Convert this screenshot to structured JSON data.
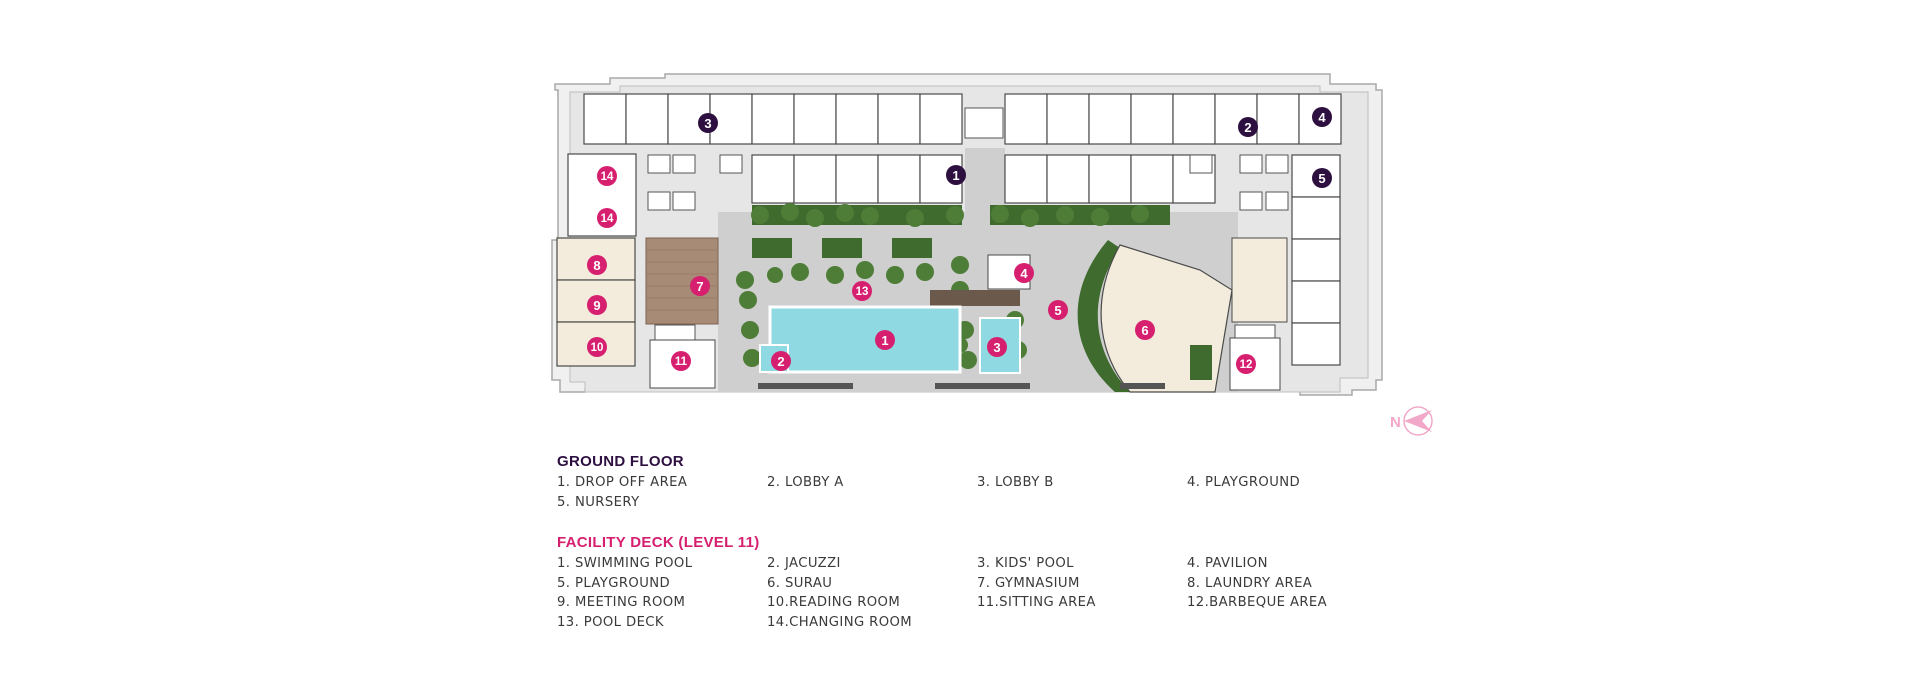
{
  "colors": {
    "ground_floor_marker": "#2d1040",
    "facility_marker": "#d6206f",
    "pool_water": "#8fd9e3",
    "greenery": "#3f6b2e",
    "deck_wood": "#a88b76",
    "paving": "#cfcfcf",
    "compass": "#f2a8c8"
  },
  "compass": {
    "letter": "N"
  },
  "markers": {
    "ground_floor": [
      "1",
      "2",
      "3",
      "4",
      "5"
    ],
    "facility_deck": [
      "1",
      "2",
      "3",
      "4",
      "5",
      "6",
      "7",
      "8",
      "9",
      "10",
      "11",
      "12",
      "13",
      "14",
      "14"
    ]
  },
  "legend": {
    "ground_floor": {
      "title": "GROUND FLOOR",
      "items": [
        "1.  DROP OFF AREA",
        "2. LOBBY A",
        "3. LOBBY B",
        "4. PLAYGROUND",
        "5. NURSERY"
      ]
    },
    "facility_deck": {
      "title": "FACILITY DECK (LEVEL 11)",
      "items": [
        "1.  SWIMMING POOL",
        "2. JACUZZI",
        "3. KIDS' POOL",
        "4. PAVILION",
        "5. PLAYGROUND",
        "6. SURAU",
        "7. GYMNASIUM",
        "8. LAUNDRY AREA",
        "9. MEETING ROOM",
        "10.READING ROOM",
        "11.SITTING AREA",
        "12.BARBEQUE AREA",
        "13. POOL DECK",
        "14.CHANGING ROOM"
      ]
    }
  }
}
